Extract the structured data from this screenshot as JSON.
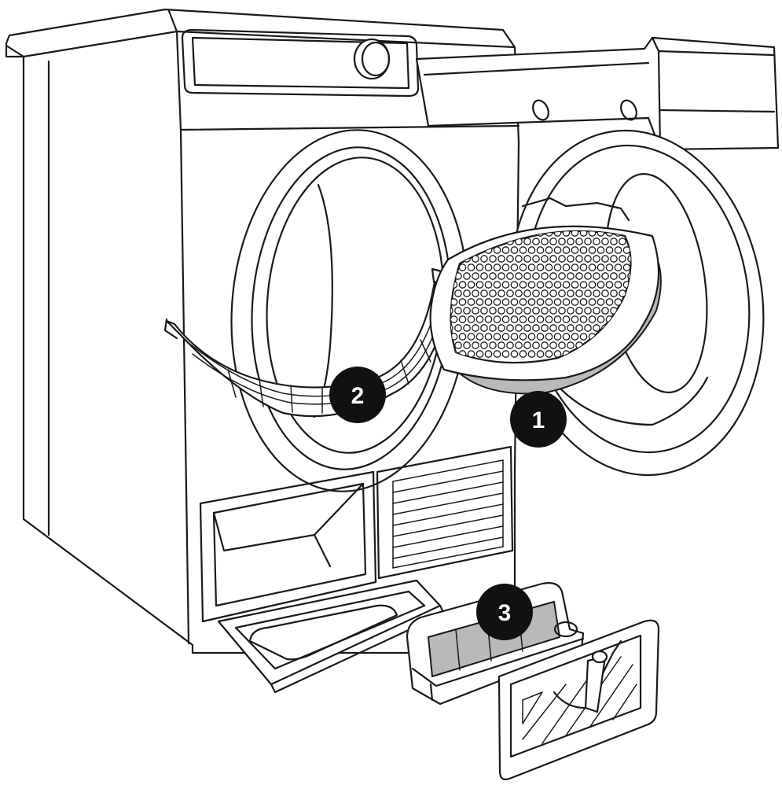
{
  "callouts": [
    {
      "id": "1",
      "label": "1"
    },
    {
      "id": "2",
      "label": "2"
    },
    {
      "id": "3",
      "label": "3"
    }
  ],
  "colors": {
    "line": "#1a1a1a",
    "badge": "#111111",
    "shade": "#b9b9b9",
    "background": "#ffffff"
  }
}
